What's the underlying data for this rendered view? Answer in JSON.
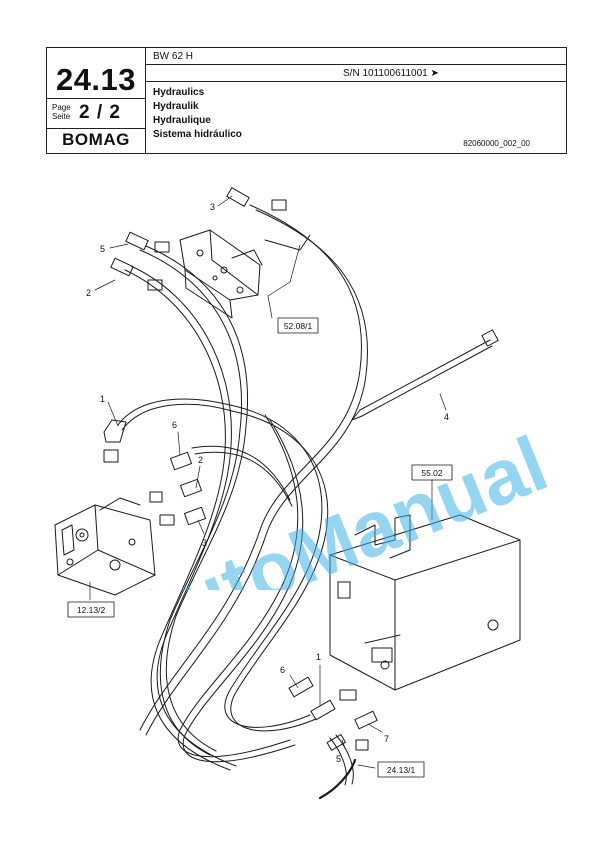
{
  "header": {
    "section_number": "24.13",
    "page_label": "Page",
    "page_label_de": "Seite",
    "page_number": "2 / 2",
    "brand": "BOMAG",
    "model": "BW 62 H",
    "serial": "S/N 101100611001  ➤",
    "titles": [
      "Hydraulics",
      "Hydraulik",
      "Hydraulique",
      "Sistema hidráulico"
    ],
    "document_number": "82060000_002_00"
  },
  "drawing": {
    "references": [
      "52.08/1",
      "55.02",
      "12.13/2",
      "24.13/1"
    ],
    "item_labels": [
      "1",
      "2",
      "3",
      "4",
      "5",
      "6",
      "7"
    ]
  },
  "watermark": "AutoManual",
  "colors": {
    "line": "#1a1a1a",
    "watermark": "#3fb3e6"
  }
}
